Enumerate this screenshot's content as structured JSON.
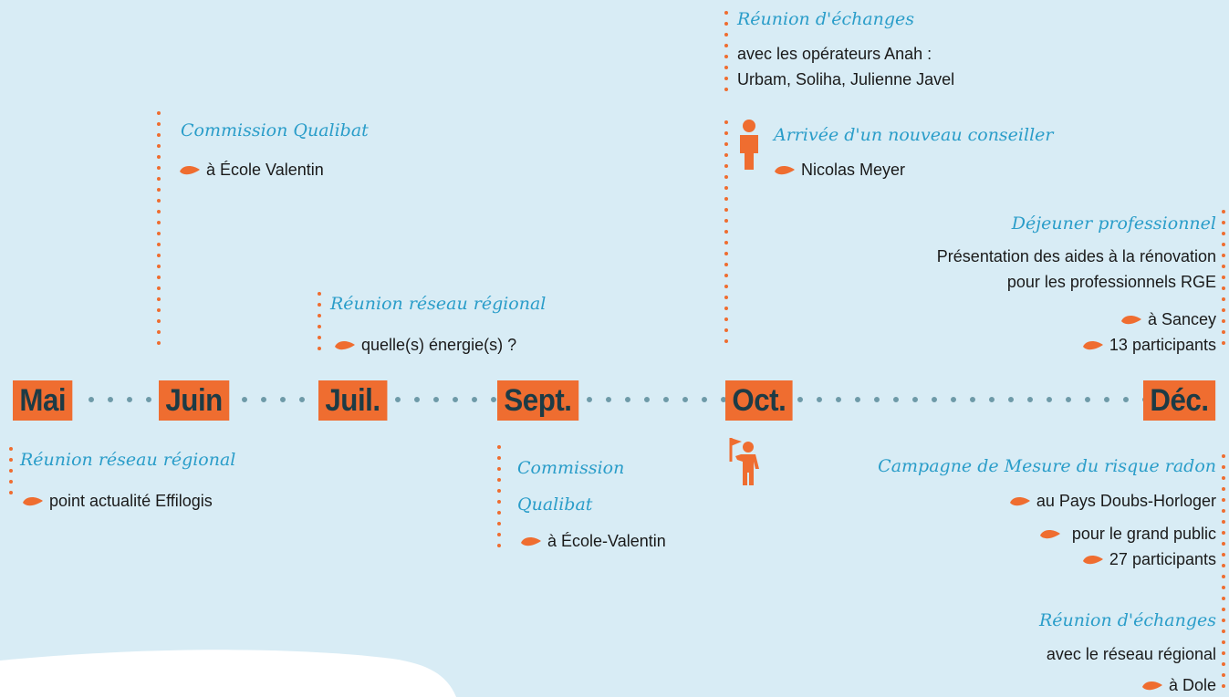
{
  "colors": {
    "background": "#d8ecf5",
    "accent": "#ef6d30",
    "title": "#2a9dc9",
    "month_text": "#1d3b45",
    "dots": "#6e9aa8"
  },
  "months": [
    "Mai",
    "Juin",
    "Juil.",
    "Sept.",
    "Oct.",
    "Déc."
  ],
  "events": {
    "juin_top": {
      "title": "Commission Qualibat",
      "line1": "à École Valentin"
    },
    "juil_top": {
      "title": "Réunion réseau régional",
      "line1": "quelle(s) énergie(s) ?"
    },
    "oct_echanges": {
      "title": "Réunion d'échanges",
      "line1": "avec les opérateurs Anah :",
      "line2": "Urbam, Soliha, Julienne Javel"
    },
    "oct_conseiller": {
      "title": "Arrivée d'un nouveau conseiller",
      "line1": "Nicolas Meyer",
      "icon": "person-icon"
    },
    "dec_dejeuner": {
      "title": "Déjeuner professionnel",
      "line1": "Présentation des aides à la rénovation",
      "line2": "pour les professionnels RGE",
      "line3": "à Sancey",
      "line4": "13 participants"
    },
    "mai_bottom": {
      "title": "Réunion réseau régional",
      "line1": "point actualité Effilogis"
    },
    "sept_bottom": {
      "title_line1": "Commission",
      "title_line2": "Qualibat",
      "line1": "à École-Valentin"
    },
    "oct_radon": {
      "title": "Campagne de Mesure du risque radon",
      "line1": "au Pays Doubs-Horloger",
      "line2": "pour le grand public",
      "line3": "27 participants",
      "icon": "person-with-flag-icon"
    },
    "dec_echanges": {
      "title": "Réunion d'échanges",
      "line1": "avec le réseau régional",
      "line2": "à Dole"
    }
  }
}
